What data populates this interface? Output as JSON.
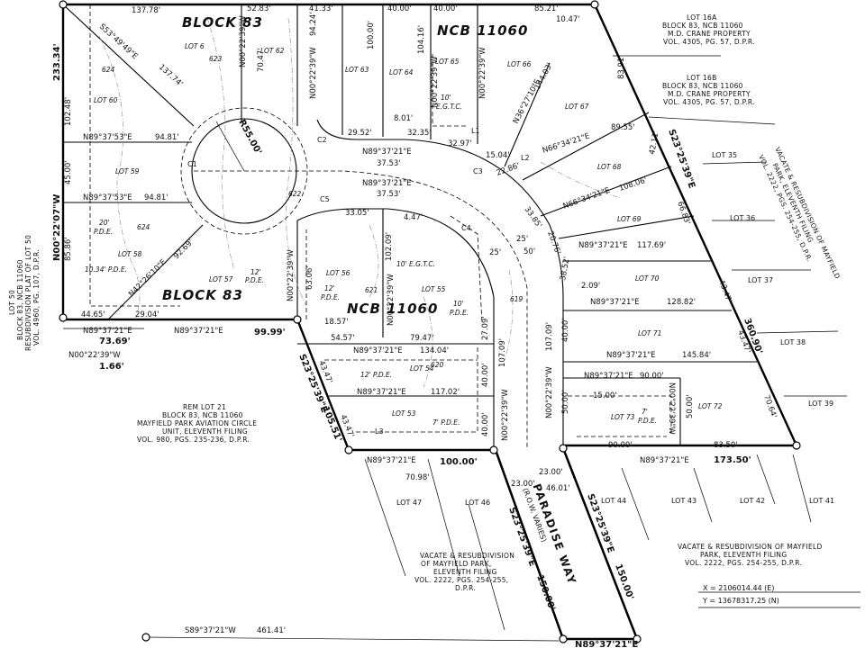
{
  "blocks": {
    "block_83_top": "BLOCK 83",
    "block_83_bottom": "BLOCK 83",
    "ncb_top": "NCB 11060",
    "ncb_bottom": "NCB 11060"
  },
  "street": {
    "name": "PARADISE WAY",
    "row": "(R.O.W. VARIES)"
  },
  "lots": {
    "lot6": "LOT 6",
    "lot60": "LOT 60",
    "lot59": "LOT 59",
    "lot58": "LOT 58",
    "lot57": "LOT 57",
    "lot56": "LOT 56",
    "lot55": "LOT 55",
    "lot54": "LOT 54",
    "lot53": "LOT 53",
    "lot62": "LOT 62",
    "lot63": "LOT 63",
    "lot64": "LOT 64",
    "lot65": "LOT 65",
    "lot66": "LOT 66",
    "lot67": "LOT 67",
    "lot68": "LOT 68",
    "lot69": "LOT 69",
    "lot70": "LOT 70",
    "lot71": "LOT 71",
    "lot72": "LOT 72",
    "lot73": "LOT 73",
    "lot35": "LOT 35",
    "lot36": "LOT 36",
    "lot37": "LOT 37",
    "lot38": "LOT 38",
    "lot39": "LOT 39",
    "lot41": "LOT 41",
    "lot42": "LOT 42",
    "lot43": "LOT 43",
    "lot44": "LOT 44",
    "lot46": "LOT 46",
    "lot47": "LOT 47"
  },
  "bearings": {
    "n00_west_outer": "N00°22'07\"W",
    "s53": "S53°49'49\"E",
    "n89_5781_top": "N89°37'53\"E",
    "n89_5781_bot": "N89°37'53\"E",
    "n42": "N42°26'10\"E",
    "n89_bottom_left": "N89°37'21\"E",
    "n89_bottom_mid": "N89°37'21\"E",
    "n00_lot62": "N00°22'39\"W",
    "n00_lot63": "N00°22'39\"W",
    "n00_lot64": "N00°22'39\"W",
    "n00_lot65": "N00°22'39\"W",
    "n00_lot56": "N00°22'39\"W",
    "n00_lot55": "N00°22'39\"W",
    "n00_lot54": "N00°22'39\"W",
    "n00_lot73": "N00°22'39\"W",
    "n00_lot72": "N00°22'39\"W",
    "c_top": "N89°37'21\"E",
    "c_bot": "N89°37'21\"E",
    "n36": "N36°27'10\"E",
    "n66_a": "N66°34'21\"E",
    "n66_b": "N66°34'21\"E",
    "n89_69": "N89°37'21\"E",
    "n89_70": "N89°37'21\"E",
    "n89_71": "N89°37'21\"E",
    "n89_72": "N89°37'21\"E",
    "n89_54a": "N89°37'21\"E",
    "n89_54b": "N89°37'21\"E",
    "s23_east": "S23°25'39\"E",
    "s23_west": "S23°25'39\"E",
    "s23_way_w": "S23°25'39\"E",
    "s23_way_e": "S23°25'39\"E",
    "n89_bottom_row": "N89°37'21\"E",
    "n89_bottom_right": "N89°37'21\"E",
    "n89_very_bottom": "N89°37'21\"E",
    "n00_1_66": "N00°22'39\"W",
    "s89_tie": "S89°37'21\"W",
    "n89_tie_top": "N89°37'21\"E",
    "r55": "R55.00'"
  },
  "dims": {
    "d233": "233.34'",
    "d13778": "137.78'",
    "d5283": "52.83'",
    "d4133": "41.33'",
    "d4000a": "40.00'",
    "d4000b": "40.00'",
    "d8521": "85.21'",
    "d1047": "10.47'",
    "d10248": "102.48'",
    "d13774": "137.74'",
    "d7047": "70.47'",
    "d9424": "94.24'",
    "d10000": "100.00'",
    "d10416": "104.16'",
    "d14403": "144.03'",
    "d8391": "83.91'",
    "d801": "8.01'",
    "d2952": "29.52'",
    "d3235": "32.35'",
    "d3297": "32.97'",
    "d9481a": "94.81'",
    "d9481b": "94.81'",
    "d4500": "45.00'",
    "d3753a": "37.53'",
    "d3753b": "37.53'",
    "d1504": "15.04'",
    "d2286": "22.86'",
    "d8955": "89.55'",
    "d4211": "42.11'",
    "d10806": "108.06'",
    "d3385": "33.85'",
    "d6683": "66.83'",
    "d3305": "33.05'",
    "d447": "4.47'",
    "d10209": "102.09'",
    "d2076": "20.76'",
    "d11769": "117.69'",
    "d25a": "25'",
    "d25b": "25'",
    "d50": "50'",
    "d3852": "38.52'",
    "d209": "2.09'",
    "d5886": "85.86'",
    "d4465": "44.65'",
    "d2904": "29.04'",
    "d9269": "92.69'",
    "d6306": "63.06'",
    "d12882": "128.82'",
    "d4347a": "43.47'",
    "d1857": "18.57'",
    "d5457": "54.57'",
    "d7947": "79.47'",
    "d2709": "27.09'",
    "d10709a": "107.09'",
    "d10709b": "107.09'",
    "d14584": "145.84'",
    "d4347b": "43.47'",
    "d36090": "360.90'",
    "d7369": "73.69'",
    "d9999": "99.99'",
    "d166": "1.66'",
    "d13404": "134.04'",
    "d4347c": "43.47'",
    "d11702": "117.02'",
    "d4000c": "40.00'",
    "d4000d": "40.00'",
    "d9000a": "90.00'",
    "d5000a": "50.00'",
    "d1500": "15.00'",
    "d5000b": "50.00'",
    "d7064": "70.64'",
    "d10551": "105.51'",
    "d4347d": "43.47'",
    "d9000b": "90.00'",
    "d8350": "83.50'",
    "d10000b": "100.00'",
    "d17350": "173.50'",
    "d7098": "70.98'",
    "d2300a": "23.00'",
    "d2300b": "23.00'",
    "d4601": "46.01'",
    "d15000a": "150.00'",
    "d15000b": "150.00'",
    "d46141": "461.41'",
    "d4000e": "40.00'"
  },
  "curves": {
    "c1": "C1",
    "c2": "C2",
    "c3": "C3",
    "c4": "C4",
    "c5": "C5",
    "l1": "L1",
    "l2": "L2",
    "l3": "L3"
  },
  "easements": {
    "pde20": "20'",
    "pde20b": "P.D.E.",
    "pde1034": "10.34' P.D.E.",
    "pde12a": "12'",
    "pde12a2": "P.D.E.",
    "pde12b": "12'",
    "pde12b2": "P.D.E.",
    "pde12c": "12' P.D.E.",
    "pde10": "10'",
    "pde10b": "P.D.E.",
    "pde7a": "7'",
    "pde7a2": "P.D.E.",
    "pde7b": "7' P.D.E.",
    "egtc1": "10'",
    "egtc1b": "E.G.T.C.",
    "egtc2": "10' E.G.T.C."
  },
  "contours": {
    "c624a": "624",
    "c623": "623",
    "c622": "622",
    "c621": "621",
    "c620": "620",
    "c619": "619",
    "c624b": "624"
  },
  "notes": {
    "lot16a": [
      "LOT 16A",
      "BLOCK 83, NCB 11060",
      "M.D. CRANE PROPERTY",
      "VOL. 4305, PG. 57, D.P.R."
    ],
    "lot16b": [
      "LOT 16B",
      "BLOCK 83, NCB 11060",
      "M.D. CRANE PROPERTY",
      "VOL. 4305, PG. 57, D.P.R."
    ],
    "vacate_east": [
      "VACATE & RESUBDIVISION OF MAYFIELD",
      "PARK, ELEVENTH FILING",
      "VOL. 2222, PGS. 254-255, D.P.R."
    ],
    "lot50": [
      "LOT 50",
      "BLOCK 83, NCB 11060",
      "RESUBDIVISION PLAT OF LOT 50",
      "VOL. 4960, PG. 107, D.P.R."
    ],
    "rem_lot21": [
      "REM LOT 21",
      "BLOCK 83, NCB 11060",
      "MAYFIELD PARK AVIATION CIRCLE",
      "UNIT, ELEVENTH FILING",
      "VOL. 980, PGS. 235-236, D.P.R."
    ],
    "vacate_bottom_left": [
      "VACATE & RESUBDIVISION",
      "OF MAYFIELD PARK,",
      "ELEVENTH FILING",
      "VOL. 2222, PGS. 254-255,",
      "D.P.R."
    ],
    "vacate_bottom_right": [
      "VACATE & RESUBDIVISION OF MAYFIELD",
      "PARK, ELEVENTH FILING",
      "VOL. 2222, PGS. 254-255, D.P.R."
    ],
    "coord_x": "X  =  2106014.44 (E)",
    "coord_y": "Y  =  13678317.25 (N)"
  }
}
